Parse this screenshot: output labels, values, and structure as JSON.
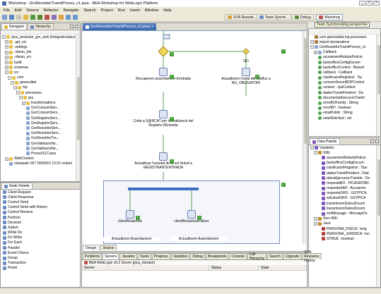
{
  "window": {
    "title": "Workshop - GroResoldreTramitProces_v1.java - BEA Workshop for WebLogic Platform"
  },
  "menu": [
    "File",
    "Edit",
    "Source",
    "Refactor",
    "Navigate",
    "Search",
    "Project",
    "Run",
    "Insert",
    "Window",
    "Help"
  ],
  "perspectives": [
    {
      "label": "SVN Reposit..."
    },
    {
      "label": "Team Synchr..."
    },
    {
      "label": "Debug"
    },
    {
      "label": "Workshop"
    }
  ],
  "perspective_tooltip": "Team Synchronizing perspective",
  "navigator": {
    "tabs": [
      "Navigator",
      "Hierarchy"
    ],
    "rows": [
      {
        "t": "-",
        "i": "folder",
        "d": 0,
        "label": "pica_producte_gro_web [Integration/pica"
      },
      {
        "t": "+",
        "i": "folder",
        "d": 1,
        "label": ".apt_src"
      },
      {
        "t": "+",
        "i": "folder",
        "d": 1,
        "label": ".settings"
      },
      {
        "t": "+",
        "i": "folder",
        "d": 1,
        "label": ".xbean_bin"
      },
      {
        "t": "+",
        "i": "folder",
        "d": 1,
        "label": ".xbean_src"
      },
      {
        "t": "+",
        "i": "folder",
        "d": 1,
        "label": "build"
      },
      {
        "t": "+",
        "i": "folder",
        "d": 1,
        "label": "schemas"
      },
      {
        "t": "-",
        "i": "folder",
        "d": 1,
        "label": "src"
      },
      {
        "t": "-",
        "i": "folder",
        "d": 2,
        "label": "com"
      },
      {
        "t": "-",
        "i": "folder",
        "d": 3,
        "label": "generalitat"
      },
      {
        "t": "-",
        "i": "folder",
        "d": 4,
        "label": "mp"
      },
      {
        "t": "-",
        "i": "folder",
        "d": 5,
        "label": "processes"
      },
      {
        "t": "-",
        "i": "folder",
        "d": 6,
        "label": "gro"
      },
      {
        "t": "+",
        "i": "folder",
        "d": 7,
        "label": "transformations"
      },
      {
        "t": "",
        "i": "file",
        "d": 7,
        "label": "GroConsumSen..."
      },
      {
        "t": "",
        "i": "file",
        "d": 7,
        "label": "GroConsumServ..."
      },
      {
        "t": "",
        "i": "file",
        "d": 7,
        "label": "GroRegistreSerc..."
      },
      {
        "t": "",
        "i": "file",
        "d": 7,
        "label": "GroRegistreServ..."
      },
      {
        "t": "",
        "i": "file",
        "d": 7,
        "label": "GroResoldreSerc..."
      },
      {
        "t": "",
        "i": "file",
        "d": 7,
        "label": "GroResoldreServ..."
      },
      {
        "t": "",
        "i": "file",
        "d": 7,
        "label": "GroResoldreTra..."
      },
      {
        "t": "",
        "i": "file",
        "d": 7,
        "label": "GroValidacioNe..."
      },
      {
        "t": "",
        "i": "file",
        "d": 7,
        "label": "GroValidacioNe..."
      },
      {
        "t": "",
        "i": "file",
        "d": 7,
        "label": "ProvaXSLT.java"
      },
      {
        "t": "+",
        "i": "folder",
        "d": 1,
        "label": "WebContent"
      },
      {
        "t": "",
        "i": "file",
        "d": 1,
        "label": "classpath 187  18/09/10 13:22  vrubiol"
      }
    ]
  },
  "node_palette": {
    "title": "Node Palette",
    "items": [
      "Client Request",
      "Client Response",
      "Control Send",
      "Control Send with Return",
      "Control Receive",
      "Perform",
      "Decision",
      "Switch",
      "While Do",
      "Do While",
      "For Each",
      "Parallel",
      "Event Choice",
      "Group",
      "Transaction",
      "Finish"
    ]
  },
  "editor": {
    "tab": "GroResoldreTramitProces_v1.java",
    "bottom_tabs": [
      "Design",
      "Source"
    ],
    "nodes": {
      "recuperem": "Recuperem assentament d'entrada",
      "no": "NO",
      "actualitzem_subflux": "Actualitzem l'estat del subflux a NO_OBLIGATORI",
      "crida": "Crida a S@RCAT per la realització del Registre d'Entrada",
      "actualitzar": "Actualitzar l'actuitat de la sol·licitud a REGISTRANTENTRADA",
      "client_response": "clientResponse",
      "client_response_failure": "clientResponseFailure",
      "actualitzem_bottom": "Actualitzem Assentament"
    }
  },
  "outline": {
    "rows": [
      {
        "t": "",
        "i": "pkg",
        "d": 0,
        "label": "com.generalitat.mp.processes"
      },
      {
        "t": "+",
        "i": "pkg",
        "d": 0,
        "label": "import declarations"
      },
      {
        "t": "-",
        "i": "file",
        "d": 0,
        "label": "GroResoldreTramitProces_v1"
      },
      {
        "t": "+",
        "i": "file",
        "d": 1,
        "label": "Callback"
      },
      {
        "t": "",
        "i": "field",
        "d": 1,
        "label": "acusamentRebutaPeticio"
      },
      {
        "t": "",
        "i": "field",
        "d": 1,
        "label": "backofficeConfigDocum"
      },
      {
        "t": "",
        "i": "field",
        "d": 1,
        "label": "backofficeControl : Backof"
      },
      {
        "t": "",
        "i": "field",
        "d": 1,
        "label": "callback : Callback"
      },
      {
        "t": "",
        "i": "field",
        "d": 1,
        "label": "clasificacioRegistral : Tip"
      },
      {
        "t": "",
        "i": "field",
        "d": 1,
        "label": "consumServeiBOPControl"
      },
      {
        "t": "",
        "i": "field",
        "d": 1,
        "label": "context : JpdContext"
      },
      {
        "t": "",
        "i": "field",
        "d": 1,
        "label": "dadesTramitPendent : Da"
      },
      {
        "t": "",
        "i": "field",
        "d": 1,
        "label": "documentsExecucioTramit"
      },
      {
        "t": "",
        "i": "field",
        "d": 1,
        "label": "errorBOFamily : String"
      },
      {
        "t": "",
        "i": "field",
        "d": 1,
        "label": "errorBO : boolean"
      },
      {
        "t": "",
        "i": "field",
        "d": 1,
        "label": "estatPublic : String"
      },
      {
        "t": "",
        "i": "field",
        "d": 1,
        "label": "estatSolicitud : vel"
      }
    ]
  },
  "data_palette": {
    "title": "Data Palette",
    "rows": [
      {
        "t": "-",
        "i": "var",
        "d": 0,
        "label": "Variables"
      },
      {
        "t": "-",
        "i": "xml",
        "d": 1,
        "label": "XML"
      },
      {
        "t": "",
        "i": "var",
        "d": 2,
        "label": "acusamentRebutaPeticio"
      },
      {
        "t": "",
        "i": "var",
        "d": 2,
        "label": "backofficeConfigDocum"
      },
      {
        "t": "",
        "i": "var",
        "d": 2,
        "label": "clasificacioRegistral : Tipu"
      },
      {
        "t": "",
        "i": "var",
        "d": 2,
        "label": "dadesTramitPendent : Dad"
      },
      {
        "t": "",
        "i": "var",
        "d": 2,
        "label": "datosEjecucionTramite : Do"
      },
      {
        "t": "",
        "i": "var",
        "d": 2,
        "label": "respostaBO : PICAGROBC"
      },
      {
        "t": "",
        "i": "var",
        "d": 2,
        "label": "respostaSAD : Acusamer"
      },
      {
        "t": "",
        "i": "var",
        "d": 2,
        "label": "respostaGRO : GSTPICA"
      },
      {
        "t": "",
        "i": "var",
        "d": 2,
        "label": "solicitudGRO : GSTPICA"
      },
      {
        "t": "",
        "i": "var",
        "d": 2,
        "label": "transmisionDatosDocum"
      },
      {
        "t": "",
        "i": "var",
        "d": 2,
        "label": "transmisionDatosDocum"
      },
      {
        "t": "",
        "i": "var",
        "d": 2,
        "label": "xmlMessage : MensajeDo"
      },
      {
        "t": "+",
        "i": "xml",
        "d": 1,
        "label": "Non-XML"
      },
      {
        "t": "-",
        "i": "xml",
        "d": 1,
        "label": "Java"
      },
      {
        "t": "",
        "i": "prim",
        "d": 2,
        "label": "PERSONA_FISICA : long"
      },
      {
        "t": "",
        "i": "prim",
        "d": 2,
        "label": "PERSONA_JURIDICA : lon"
      },
      {
        "t": "",
        "i": "prim",
        "d": 2,
        "label": "STRUE : boolean"
      }
    ]
  },
  "bottom": {
    "tabs": [
      "Problems",
      "Servers",
      "Javadoc",
      "Tasks",
      "Progress",
      "Variables",
      "Debug",
      "Breakpoints",
      "Console",
      "Call Hierarchy",
      "Search",
      "Upgrade",
      "SVN Resource History"
    ],
    "active_tab": "Servers",
    "server_row": "BEA WebLogic v9.2 Server [pica_domain]",
    "columns": [
      "Server",
      "Status",
      "State"
    ]
  }
}
